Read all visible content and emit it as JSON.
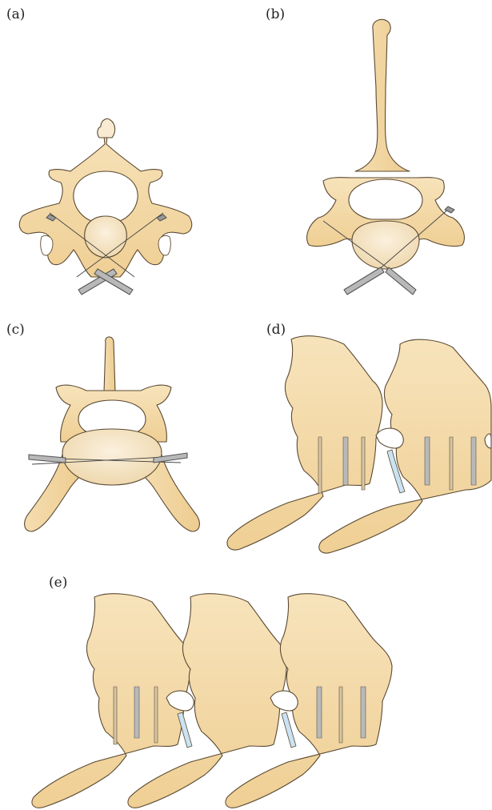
{
  "figure": {
    "panels": [
      {
        "id": "a",
        "label": "(a)"
      },
      {
        "id": "b",
        "label": "(b)"
      },
      {
        "id": "c",
        "label": "(c)"
      },
      {
        "id": "d",
        "label": "(d)"
      },
      {
        "id": "e",
        "label": "(e)"
      }
    ]
  },
  "colors": {
    "bone_fill": "#f2d7a2",
    "bone_light": "#f8ead0",
    "bone_stroke": "#5b4a33",
    "disc_fill": "#f7ead2",
    "joint_fill": "#c9e3f3",
    "pin_fill": "#b9b9b9",
    "pin_stroke": "#555555"
  }
}
